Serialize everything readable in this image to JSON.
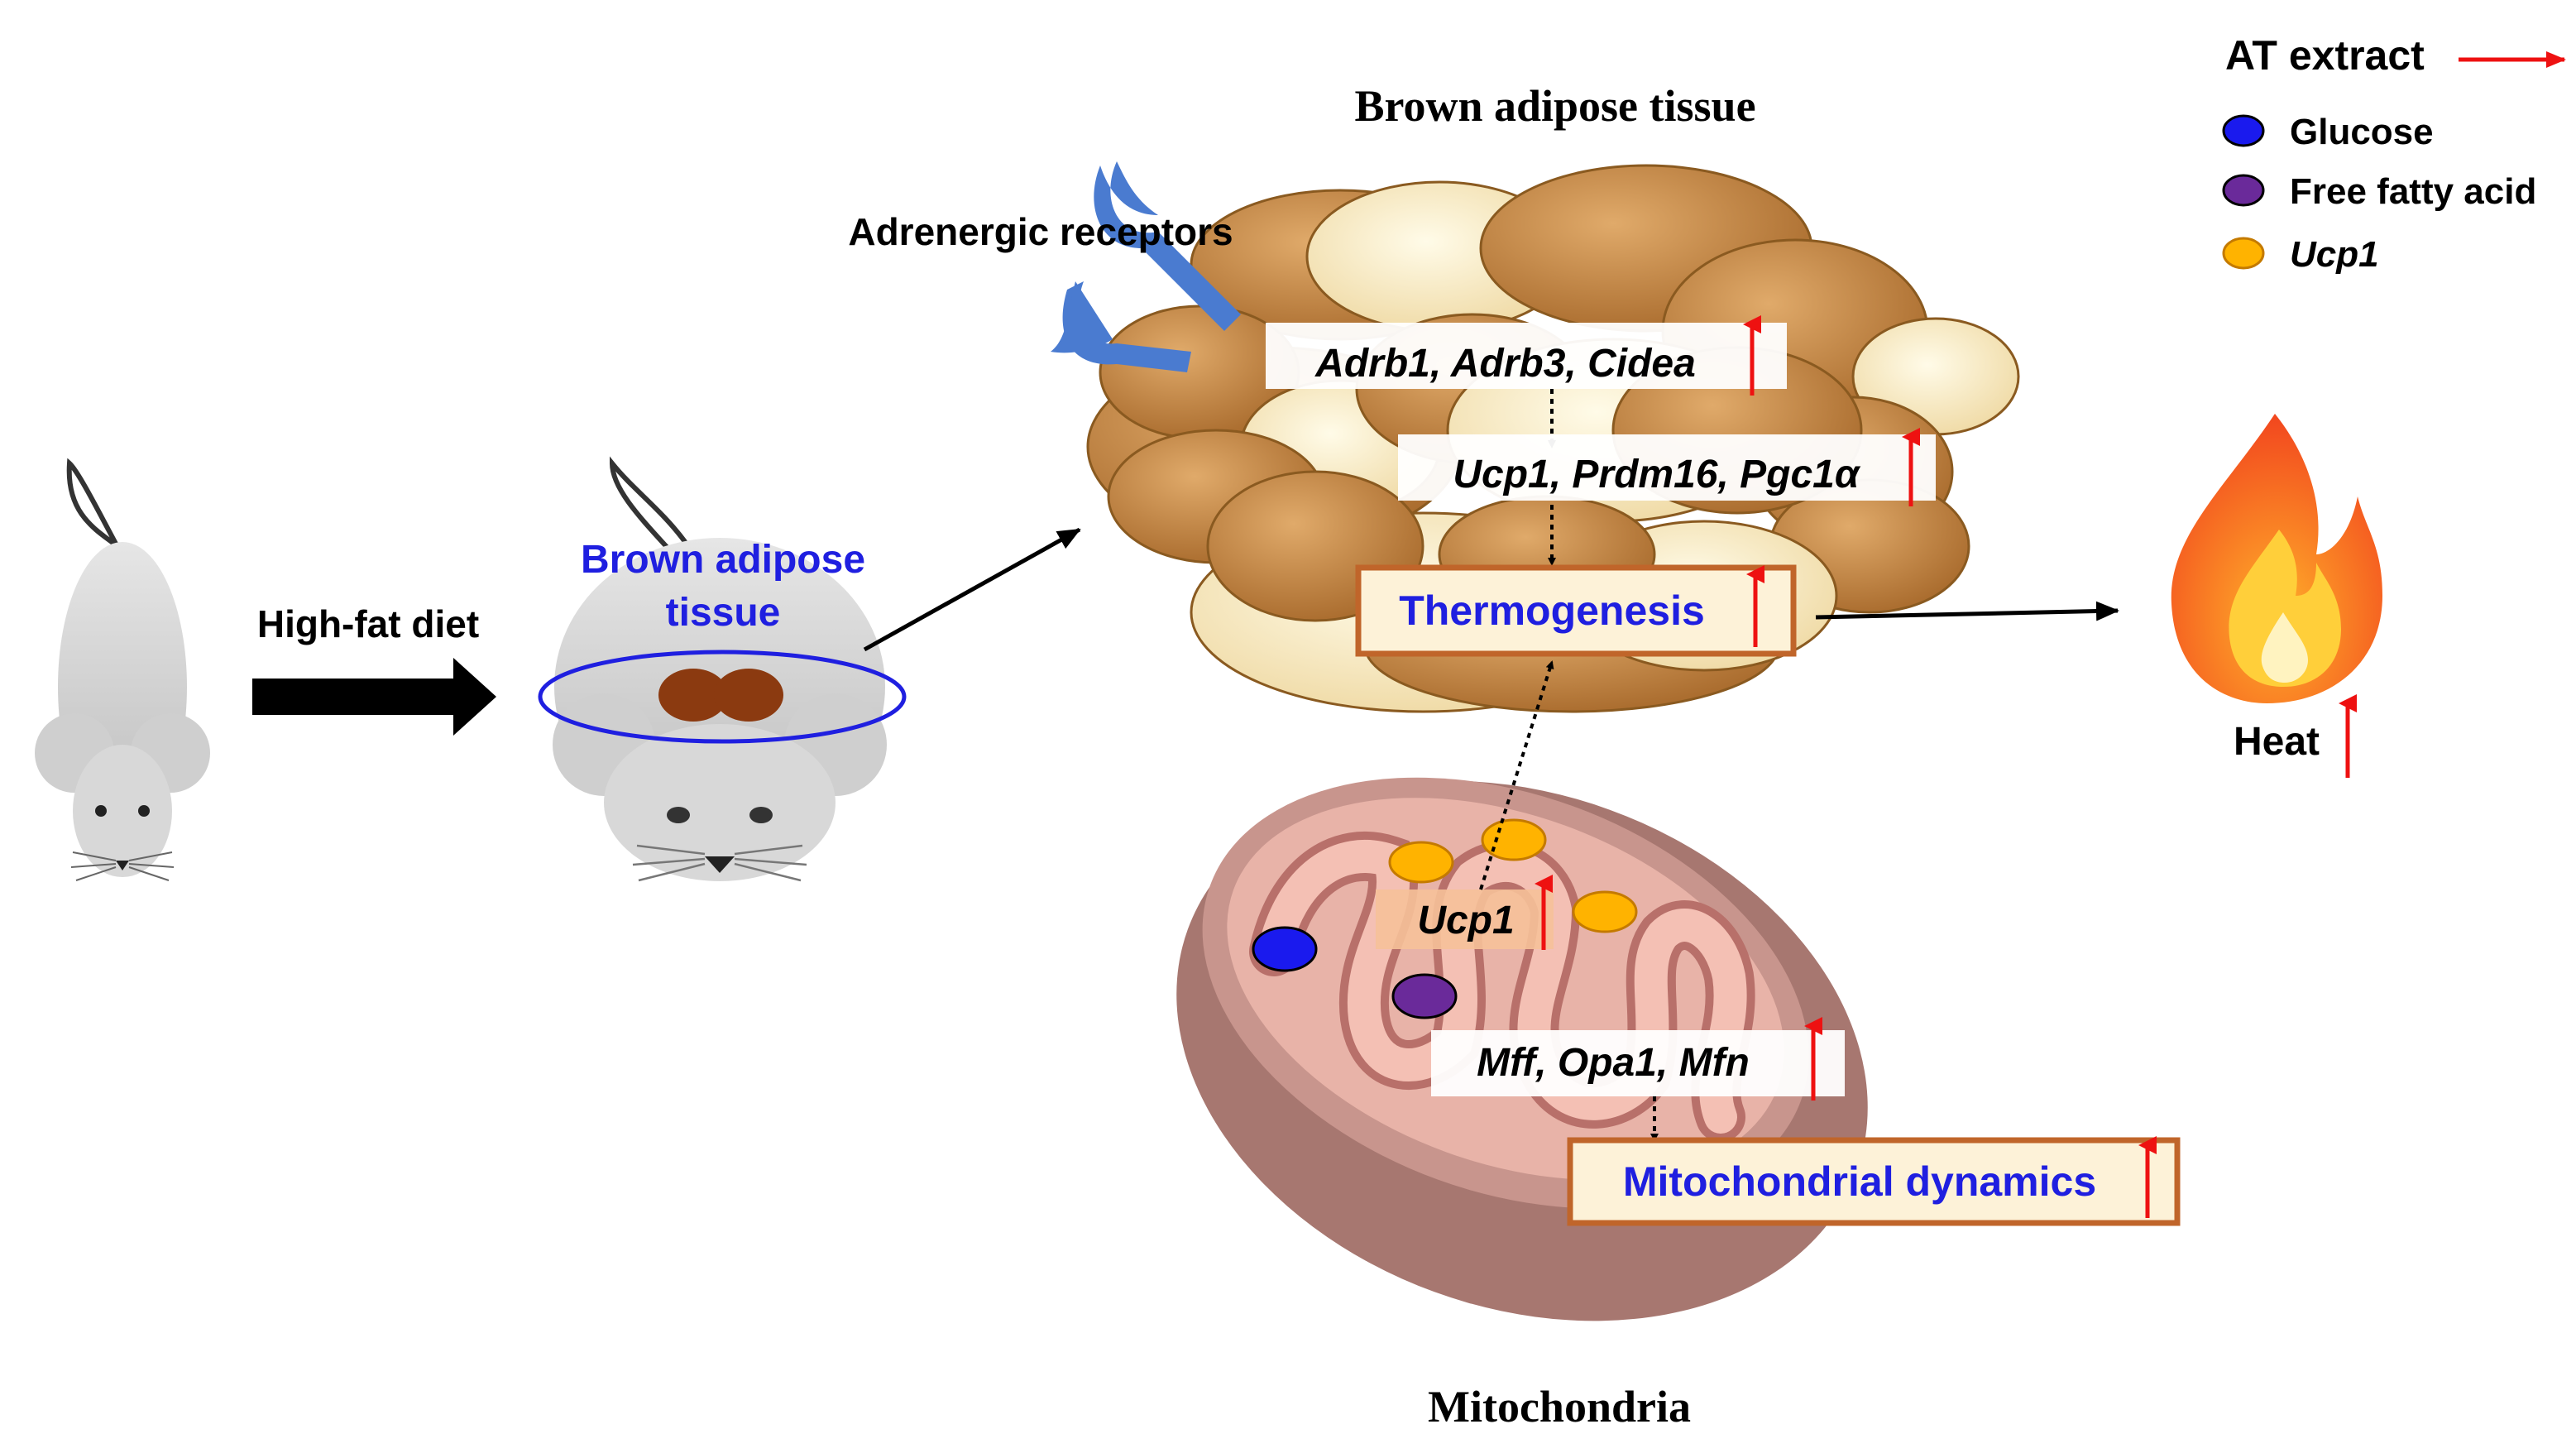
{
  "diagram": {
    "title_bat": "Brown adipose tissue",
    "title_mito": "Mitochondria",
    "high_fat_diet": "High-fat diet",
    "mouse_bat_label_line1": "Brown adipose",
    "mouse_bat_label_line2": "tissue",
    "adrenergic_receptors": "Adrenergic receptors",
    "genes_1": "Adrb1, Adrb3, Cidea",
    "genes_2": "Ucp1, Prdm16, Pgc1α",
    "thermogenesis": "Thermogenesis",
    "heat": "Heat",
    "ucp1_mito": "Ucp1",
    "genes_3": "Mff, Opa1, Mfn",
    "mito_dynamics": "Mitochondrial dynamics"
  },
  "legend": {
    "title": "AT extract",
    "items": [
      {
        "label": "Glucose",
        "color": "#1a1aee"
      },
      {
        "label": "Free fatty acid",
        "color": "#6a2a9a"
      },
      {
        "label": "Ucp1",
        "color": "#ffb300"
      }
    ]
  },
  "colors": {
    "blue_text": "#1f1fe0",
    "red_arrow": "#ee1111",
    "brown_cell": "#c68a48",
    "pale_cell": "#f7e7bf",
    "box_border": "#c0652a",
    "mito_outer": "#b07f78"
  }
}
